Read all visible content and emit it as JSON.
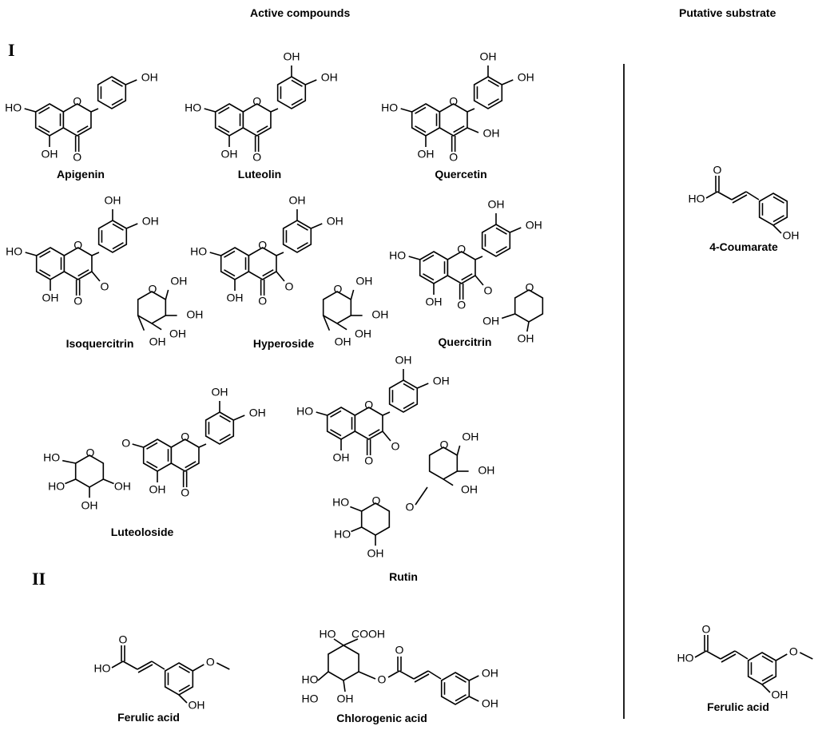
{
  "headers": {
    "active": "Active compounds",
    "substrate": "Putative substrate"
  },
  "sections": {
    "one": "I",
    "two": "II"
  },
  "compounds": {
    "apigenin": "Apigenin",
    "luteolin": "Luteolin",
    "quercetin": "Quercetin",
    "isoquercitrin": "Isoquercitrin",
    "hyperoside": "Hyperoside",
    "quercitrin": "Quercitrin",
    "luteoloside": "Luteoloside",
    "rutin": "Rutin",
    "ferulic": "Ferulic acid",
    "chlorogenic": "Chlorogenic acid",
    "coumarate": "4-Coumarate",
    "ferulic_sub": "Ferulic acid"
  },
  "atoms": {
    "oh": "OH",
    "ho": "HO",
    "o": "O",
    "cooh": "COOH"
  }
}
